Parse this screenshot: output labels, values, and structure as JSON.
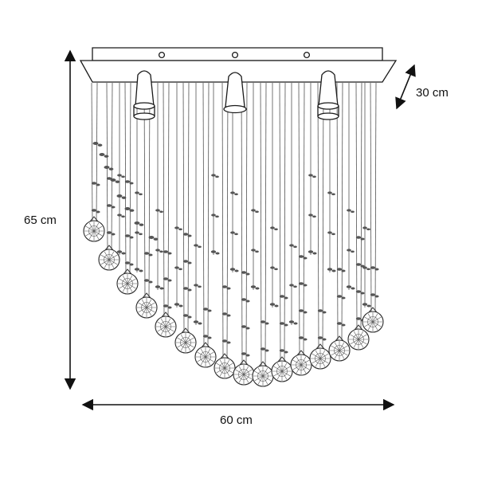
{
  "dimensions": {
    "height": "65 cm",
    "depth": "30 cm",
    "width": "60 cm"
  },
  "colors": {
    "line": "#1a1a1a",
    "crystal": "#555555",
    "background": "#ffffff"
  }
}
